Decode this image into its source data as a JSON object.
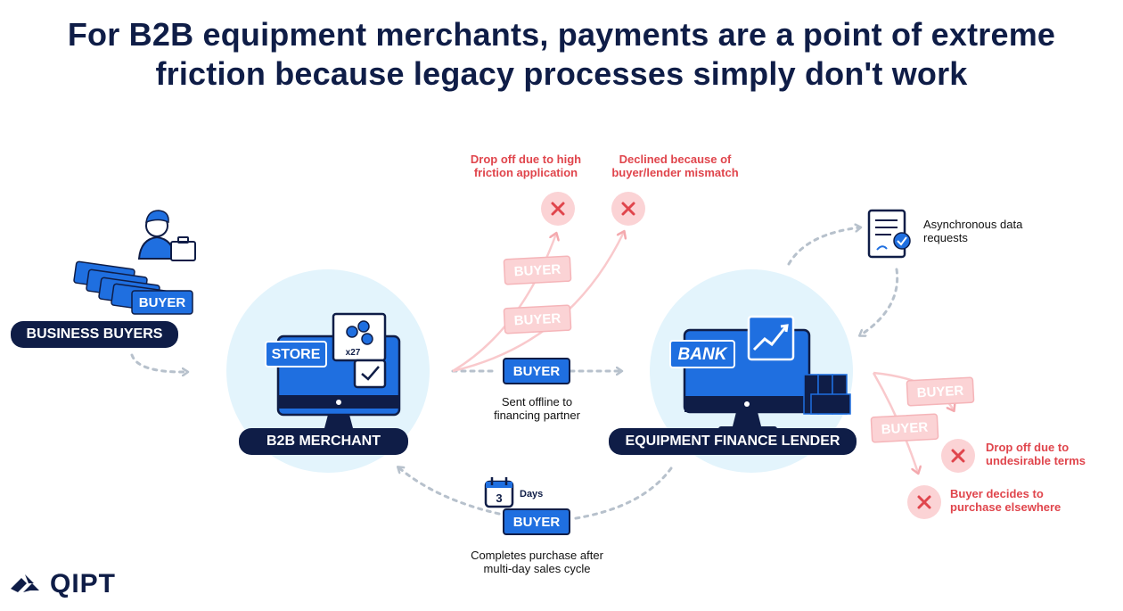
{
  "title": {
    "line1": "For B2B equipment merchants, payments are a point of extreme",
    "line2": "friction because legacy processes simply don't work"
  },
  "nodes": {
    "business_buyers": "BUSINESS BUYERS",
    "b2b_merchant": "B2B MERCHANT",
    "lender": "EQUIPMENT FINANCE LENDER"
  },
  "icon_labels": {
    "store": "STORE",
    "count": "x27",
    "bank": "BANK",
    "buyer": "BUYER",
    "calendar_day": "3",
    "days": "Days"
  },
  "captions": {
    "sent_offline": [
      "Sent offline to",
      "financing partner"
    ],
    "completes": [
      "Completes purchase after",
      "multi-day sales cycle"
    ],
    "async": [
      "Asynchronous data",
      "requests"
    ]
  },
  "failures": {
    "drop_off_application": [
      "Drop off due to high",
      "friction application"
    ],
    "declined_mismatch": [
      "Declined because of",
      "buyer/lender mismatch"
    ],
    "drop_off_terms": [
      "Drop off due to",
      "undesirable terms"
    ],
    "purchase_elsewhere": [
      "Buyer decides to",
      "purchase elsewhere"
    ]
  },
  "brand": {
    "name": "QIPT"
  },
  "colors": {
    "navy": "#0f1d47",
    "blue": "#1f6fe0",
    "light_circle": "#e3f4fc",
    "failure_red": "#e0454c",
    "failure_pink": "#f9c9cc",
    "connector_gray": "#b7c1cc"
  },
  "icons": {
    "buyer_person": "person-with-briefcase-icon",
    "store_computer": "store-computer-icon",
    "bank_computer": "bank-computer-icon",
    "document": "document-check-icon",
    "calendar": "calendar-icon",
    "failure": "x-circle-icon"
  }
}
